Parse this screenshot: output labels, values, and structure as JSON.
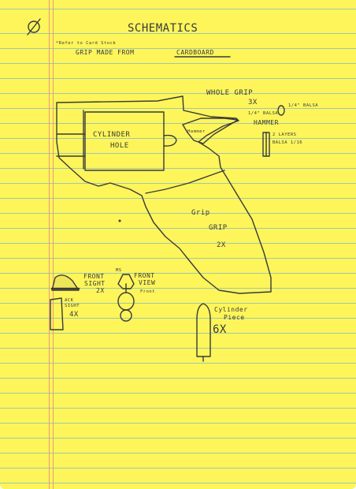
{
  "page": {
    "corner_symbol": "Ø",
    "title": "SCHEMATICS",
    "note": "*Refer to Card Stock",
    "subtitle_prefix": "GRIP MADE FROM",
    "subtitle_material": "CARDBOARD"
  },
  "labels": {
    "cylinder_hole_line1": "CYLINDER",
    "cylinder_hole_line2": "HOLE",
    "hammer_small": "Hammer",
    "whole_grip": "WHOLE GRIP",
    "whole_grip_qty": "3X",
    "balsa_quarter": "1/4\" BALSA",
    "balsa_hammer_line1": "1/4\" BALSA",
    "balsa_hammer_line2": "HAMMER",
    "two_layers_line1": "2 LAYERS",
    "two_layers_line2": "BALSA 1/16",
    "grip_line1": "Grip",
    "grip_line2": "GRIP",
    "grip_qty": "2X",
    "front_sight_line1": "FRONT",
    "front_sight_line2": "SIGHT",
    "front_sight_qty": "2X",
    "front_view_line1": "FRONT",
    "front_view_line2": "VIEW",
    "front_view_note": "Front",
    "front_view_tag": "MS",
    "back_sight_line1": "ACK",
    "back_sight_line2": "SIGHT",
    "back_sight_qty": "4X",
    "cylinder_piece_line1": "Cylinder",
    "cylinder_piece_line2": "Piece",
    "cylinder_piece_qty": "6X"
  },
  "colors": {
    "paper": "#fdf55a",
    "rule_line": "#9fc7ad",
    "margin_line": "#e79a7d",
    "ink": "#3a3a3a"
  }
}
